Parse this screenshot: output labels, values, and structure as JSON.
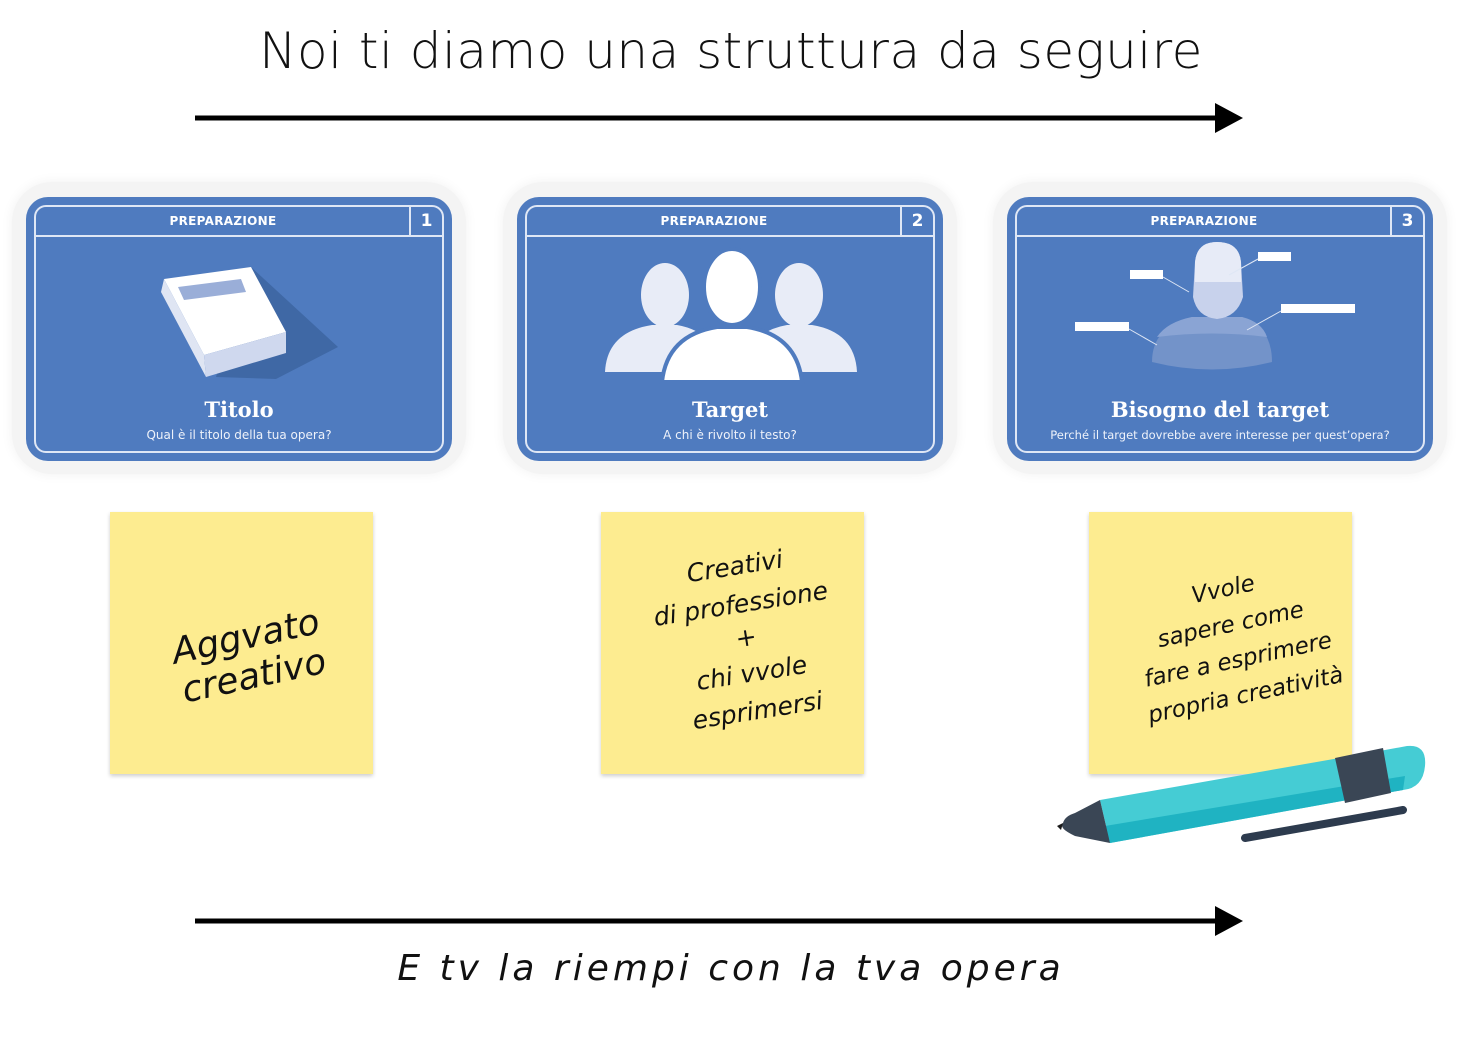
{
  "header": {
    "title": "Noi ti diamo una struttura da seguire"
  },
  "cards": [
    {
      "category": "PREPARAZIONE",
      "number": "1",
      "title": "Titolo",
      "subtitle": "Qual è il titolo della tua opera?",
      "icon": "book-icon"
    },
    {
      "category": "PREPARAZIONE",
      "number": "2",
      "title": "Target",
      "subtitle": "A chi è rivolto il testo?",
      "icon": "people-icon"
    },
    {
      "category": "PREPARAZIONE",
      "number": "3",
      "title": "Bisogno del target",
      "subtitle": "Perché il target dovrebbe avere interesse per quest’opera?",
      "icon": "person-labels-icon"
    }
  ],
  "notes": [
    {
      "lines": [
        "Aggvato",
        "creativo"
      ]
    },
    {
      "lines": [
        "Creativi",
        "di professione",
        "+",
        "chi vvole",
        "esprimersi"
      ]
    },
    {
      "lines": [
        "Vvole",
        "sapere come",
        "fare a esprimere",
        "propria creatività"
      ]
    }
  ],
  "footer": {
    "caption": "E tv la riempi con la tva opera"
  },
  "colors": {
    "card": "#4f7bbf",
    "note": "#fdec90",
    "marker": "#45ccd4"
  }
}
